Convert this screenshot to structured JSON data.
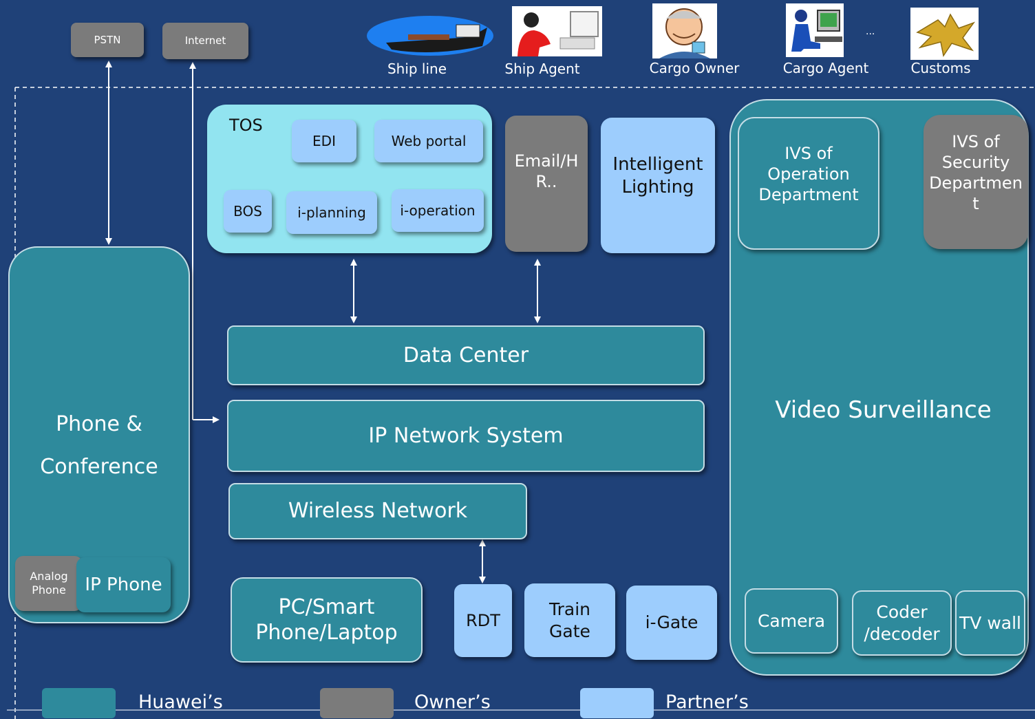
{
  "external": {
    "pstn": "PSTN",
    "internet": "Internet",
    "ellipsis": "...",
    "stakeholders": [
      {
        "label": "Ship  line",
        "icon": "ship-icon"
      },
      {
        "label": "Ship Agent",
        "icon": "ship-agent-icon"
      },
      {
        "label": "Cargo Owner",
        "icon": "cargo-owner-icon"
      },
      {
        "label": "Cargo Agent",
        "icon": "cargo-agent-icon"
      },
      {
        "label": "Customs",
        "icon": "customs-icon"
      }
    ]
  },
  "tos": {
    "title": "TOS",
    "edi": "EDI",
    "web_portal": "Web portal",
    "bos": "BOS",
    "i_planning": "i-planning",
    "i_operation": "i-operation"
  },
  "email_hr": "Email/H R..",
  "intelligent_lighting": "Intelligent Lighting",
  "data_center": "Data Center",
  "ip_network": "IP Network System",
  "wireless_network": "Wireless Network",
  "phone_conference": {
    "title_line1": "Phone &",
    "title_line2": "Conference",
    "analog_phone": "Analog Phone",
    "ip_phone": "IP Phone"
  },
  "devices": {
    "pc": "PC/Smart Phone/Laptop",
    "rdt": "RDT",
    "train_gate": "Train Gate",
    "i_gate": "i-Gate"
  },
  "video": {
    "title": "Video Surveillance",
    "ivs_operation": "IVS of Operation Department",
    "ivs_security": "IVS of Security Departmen t",
    "camera": "Camera",
    "coder": "Coder /decoder",
    "tv_wall": "TV wall"
  },
  "legend": {
    "huawei": "Huawei’s",
    "owner": "Owner’s",
    "partner": "Partner’s"
  },
  "colors": {
    "background": "#1f4178",
    "huawei": "#2e8a9c",
    "owner": "#7b7b7b",
    "partner": "#9dcdfd",
    "tos": "#92e4f0"
  }
}
